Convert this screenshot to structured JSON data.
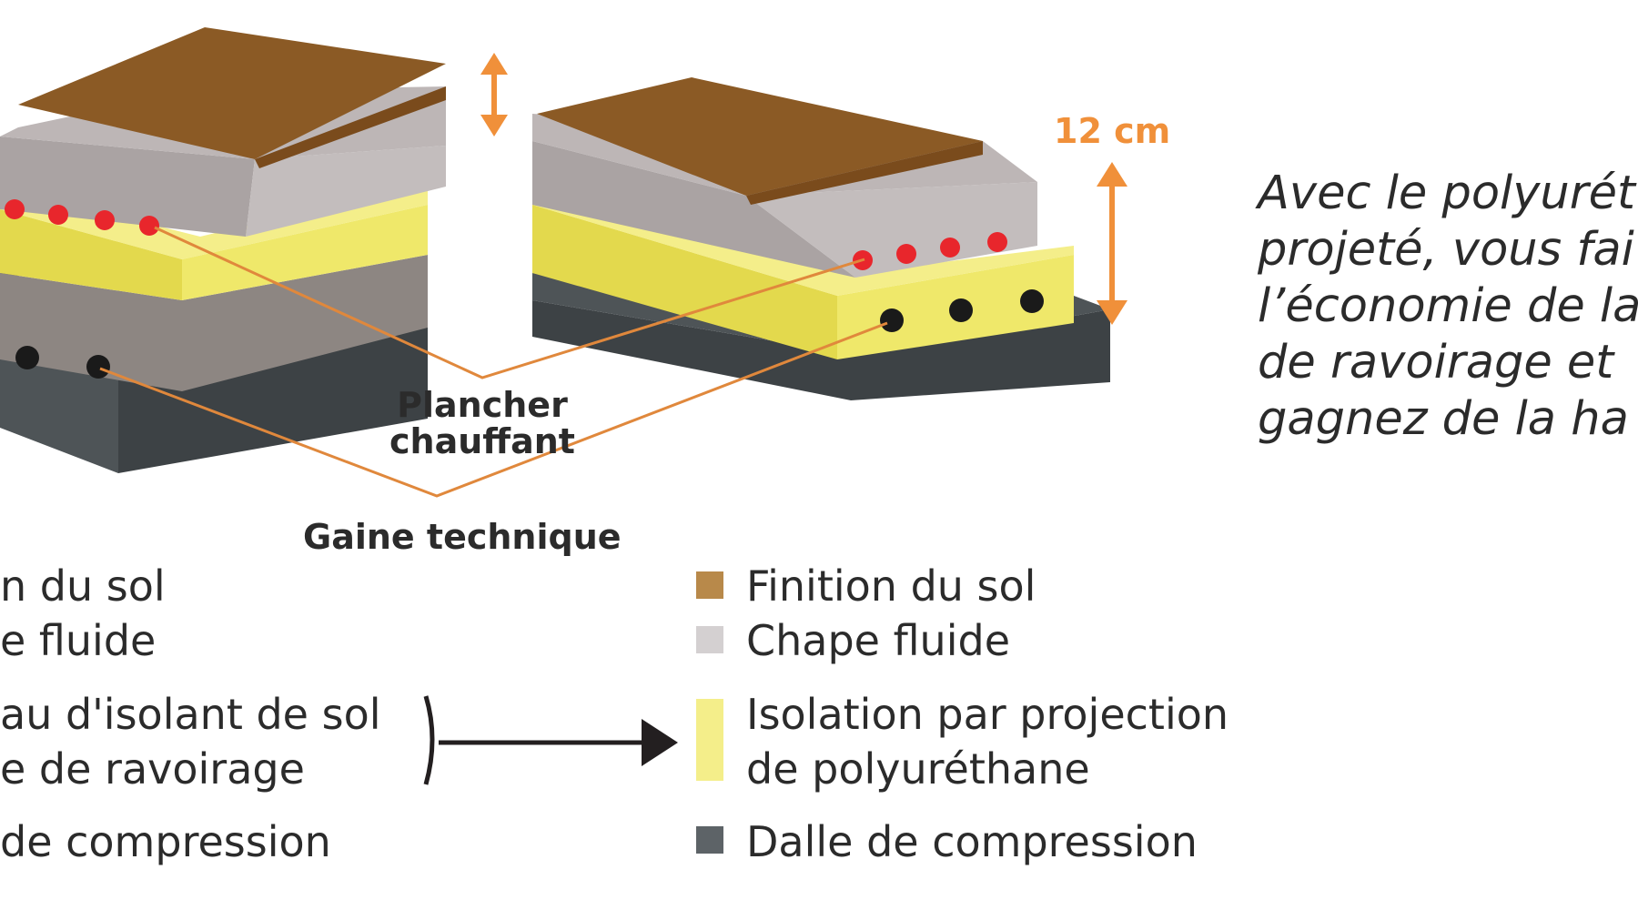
{
  "callouts": {
    "plancher_line1": "Plancher",
    "plancher_line2": "chauffant",
    "gaine": "Gaine technique",
    "dimension": "12 cm"
  },
  "legend_left": {
    "items": [
      "n du sol",
      "e fluide",
      "au d'isolant de sol",
      "e de ravoirage",
      "de compression"
    ]
  },
  "legend_right": {
    "items": [
      {
        "line1": "Finition du sol",
        "color": "#b8894a"
      },
      {
        "line1": "Chape fluide",
        "color": "#d4d0d1"
      },
      {
        "line1": "Isolation par projection",
        "line2": "de polyuréthane",
        "color": "#f4ee8a"
      },
      {
        "line1": "Dalle de compression",
        "color": "#5d6367"
      }
    ]
  },
  "side_text": {
    "lines": [
      "Avec le polyurét",
      "projeté, vous fai",
      "l’économie de la",
      "de ravoirage et",
      "gagnez de la ha"
    ]
  },
  "colors": {
    "finish_top": "#8b5a25",
    "finish_side": "#7a4b1c",
    "chape_top": "#c3bdbd",
    "chape_side": "#aaa3a3",
    "insulation_top": "#efe86a",
    "insulation_side": "#e3d94d",
    "ravoirage_side": "#8d8682",
    "slab_top": "#4e5457",
    "slab_side": "#3d4245",
    "arrow": "#f0903a",
    "line": "#e0883c",
    "heating_dot": "#e8262c",
    "duct_dot": "#1a1a1a"
  }
}
